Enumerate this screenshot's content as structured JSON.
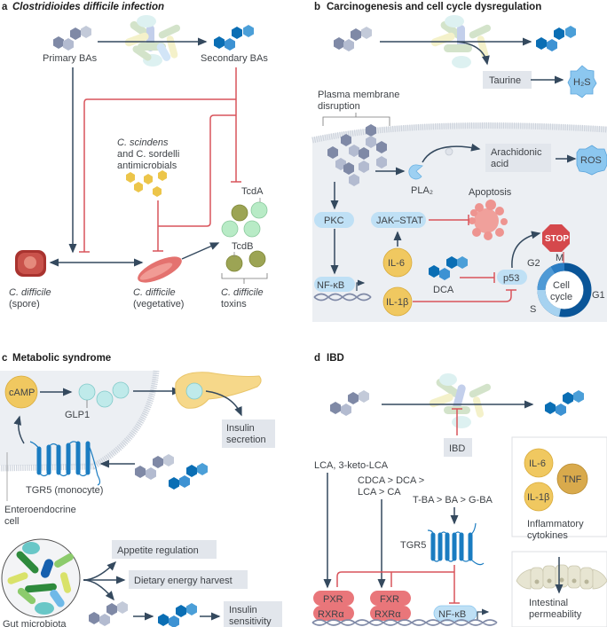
{
  "figure": {
    "panel_a": {
      "letter": "a",
      "title": "Clostridioides difficile infection",
      "primary_bas": "Primary BAs",
      "secondary_bas": "Secondary BAs",
      "antimicrobials_line1": "C. scindens",
      "antimicrobials_line2": "and C. sordelli",
      "antimicrobials_line3": "antimicrobials",
      "tcda": "TcdA",
      "tcdb": "TcdB",
      "spore_line1": "C. difficile",
      "spore_line2": "(spore)",
      "veg_line1": "C. difficile",
      "veg_line2": "(vegetative)",
      "toxins_line1": "C. difficile",
      "toxins_line2": "toxins"
    },
    "panel_b": {
      "letter": "b",
      "title": "Carcinogenesis and cell cycle dysregulation",
      "taurine": "Taurine",
      "h2s": "H₂S",
      "membrane_line1": "Plasma membrane",
      "membrane_line2": "disruption",
      "pla2": "PLA₂",
      "arachidonic_line1": "Arachidonic",
      "arachidonic_line2": "acid",
      "ros": "ROS",
      "apoptosis": "Apoptosis",
      "pkc": "PKC",
      "jak_stat": "JAK–STAT",
      "il6": "IL-6",
      "il1b": "IL-1β",
      "nfkb": "NF-κB",
      "dca": "DCA",
      "p53": "p53",
      "stop": "STOP",
      "cycle_m": "M",
      "cycle_g2": "G2",
      "cycle_s": "S",
      "cycle_g1": "G1",
      "cell_line1": "Cell",
      "cell_line2": "cycle"
    },
    "panel_c": {
      "letter": "c",
      "title": "Metabolic syndrome",
      "camp": "cAMP",
      "glp1": "GLP1",
      "insulin_secretion_line1": "Insulin",
      "insulin_secretion_line2": "secretion",
      "tgr5": "TGR5 (monocyte)",
      "entero_line1": "Enteroendocrine",
      "entero_line2": "cell",
      "appetite": "Appetite regulation",
      "energy": "Dietary energy harvest",
      "insulin_sens_line1": "Insulin",
      "insulin_sens_line2": "sensitivity",
      "gut": "Gut microbiota"
    },
    "panel_d": {
      "letter": "d",
      "title": "IBD",
      "ibd_box": "IBD",
      "lca": "LCA, 3-keto-LCA",
      "fxr_ligands_line1": "CDCA > DCA >",
      "fxr_ligands_line2": "LCA > CA",
      "tgr5_ligands": "T-BA > BA > G-BA",
      "tgr5": "TGR5",
      "pxr": "PXR",
      "rxra1": "RXRα",
      "fxr": "FXR",
      "rxra2": "RXRα",
      "nfkb": "NF-κB",
      "il6": "IL-6",
      "tnf": "TNF",
      "il1b": "IL-1β",
      "inflam_line1": "Inflammatory",
      "inflam_line2": "cytokines",
      "perm_line1": "Intestinal",
      "perm_line2": "permeability"
    }
  },
  "colors": {
    "activation_arrow": "#34495e",
    "inhibition": "#d9545b",
    "primary_ba": "#8e96ad",
    "secondary_ba": "#1a7cc1",
    "cytokine": "#f0c860",
    "cell_bg": "#eceff3",
    "label_box": "#e2e6ec",
    "pill": "#bfe0f5"
  }
}
